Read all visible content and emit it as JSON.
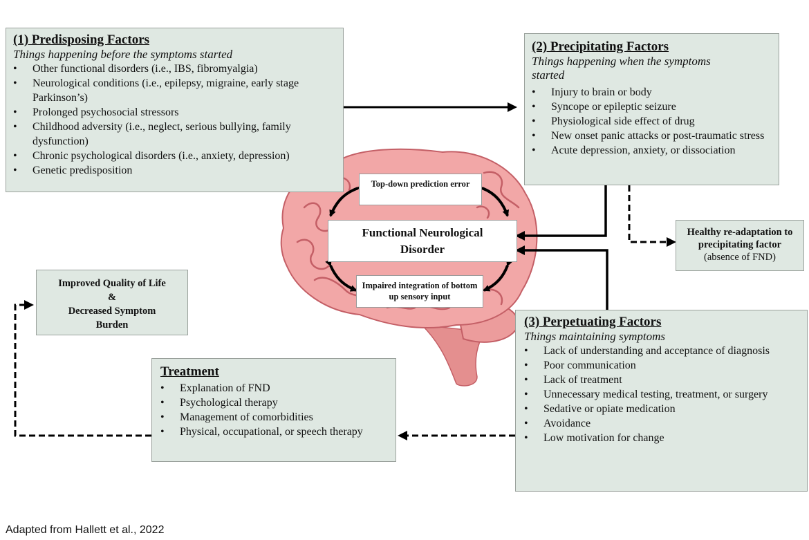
{
  "predisposing": {
    "title": "(1) Predisposing Factors",
    "subtitle": "Things happening before the symptoms started",
    "items": [
      "Other functional disorders (i.e., IBS, fibromyalgia)",
      "Neurological conditions (i.e., epilepsy, migraine, early stage Parkinson’s)",
      "Prolonged psychosocial stressors",
      "Childhood adversity (i.e., neglect, serious bullying, family dysfunction)",
      "Chronic psychological disorders (i.e., anxiety, depression)",
      "Genetic predisposition"
    ]
  },
  "precipitating": {
    "title": "(2) Precipitating Factors",
    "subtitle": "Things happening when the symptoms started",
    "items": [
      "Injury to brain or body",
      "Syncope or epileptic seizure",
      "Physiological side effect of drug",
      "New onset panic attacks or post-traumatic stress",
      "Acute depression, anxiety, or dissociation"
    ]
  },
  "perpetuating": {
    "title": "(3) Perpetuating Factors",
    "subtitle": "Things maintaining symptoms",
    "items": [
      "Lack of understanding and acceptance of diagnosis",
      "Poor communication",
      "Lack of treatment",
      "Unnecessary medical testing, treatment, or surgery",
      "Sedative or opiate medication",
      "Avoidance",
      "Low motivation for change"
    ]
  },
  "treatment": {
    "title": "Treatment",
    "items": [
      "Explanation of FND",
      "Psychological therapy",
      "Management of comorbidities",
      "Physical, occupational, or speech therapy"
    ]
  },
  "center": {
    "fnd": "Functional Neurological Disorder",
    "top_down": "Top-down prediction error",
    "bottom_up": "Impaired integration of bottom up sensory input"
  },
  "outcomes": {
    "improved_line1": "Improved Quality of Life",
    "improved_line2": "&",
    "improved_line3": "Decreased Symptom Burden",
    "healthy_line1": "Healthy re-adaptation to precipitating factor",
    "healthy_line2": "(absence of FND)"
  },
  "footer": "Adapted from Hallett et al., 2022",
  "colors": {
    "box_fill": "#dfe8e2",
    "brain": "#f2a7a7",
    "brain_fold": "#c45f66"
  }
}
